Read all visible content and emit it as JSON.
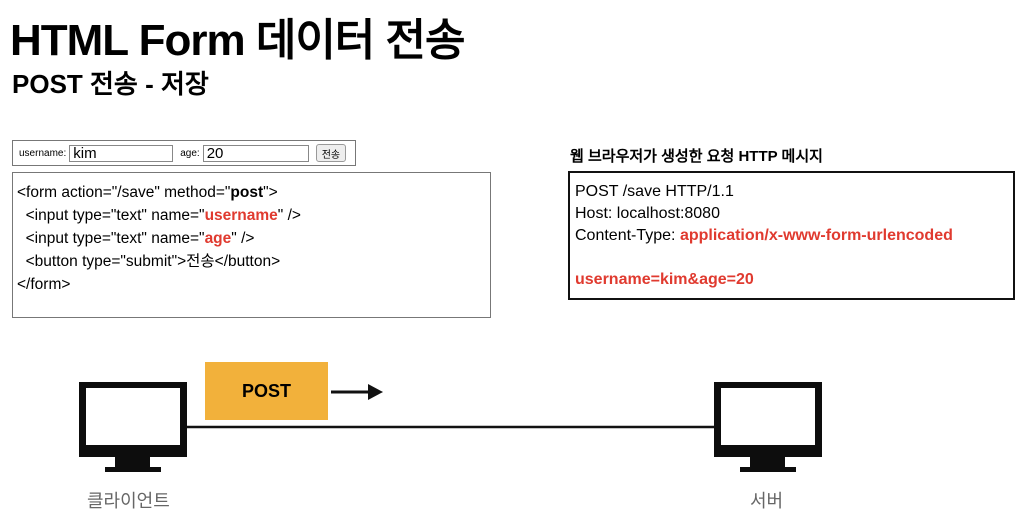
{
  "header": {
    "title": "HTML Form 데이터 전송",
    "subtitle": "POST 전송 - 저장"
  },
  "form_render": {
    "username_label": "username:",
    "username_value": "kim",
    "age_label": "age:",
    "age_value": "20",
    "submit_label": "전송"
  },
  "html_code": {
    "line1_a": "<form action=\"/save\" method=\"",
    "line1_b": "post",
    "line1_c": "\">",
    "line2_a": "  <input type=\"text\" name=\"",
    "line2_b": "username",
    "line2_c": "\" />",
    "line3_a": "  <input type=\"text\" name=\"",
    "line3_b": "age",
    "line3_c": "\" />",
    "line4": "  <button type=\"submit\">전송</button>",
    "line5": "</form>"
  },
  "http_message": {
    "caption": "웹 브라우저가 생성한 요청 HTTP 메시지",
    "request_line": "POST /save HTTP/1.1",
    "host": "Host: localhost:8080",
    "content_type_label": "Content-Type: ",
    "content_type_value": "application/x-www-form-urlencoded",
    "body": "username=kim&age=20"
  },
  "diagram": {
    "method_label": "POST",
    "client_label": "클라이언트",
    "server_label": "서버"
  },
  "colors": {
    "highlight": "#e03a2f",
    "method_box": "#f2b13b"
  }
}
